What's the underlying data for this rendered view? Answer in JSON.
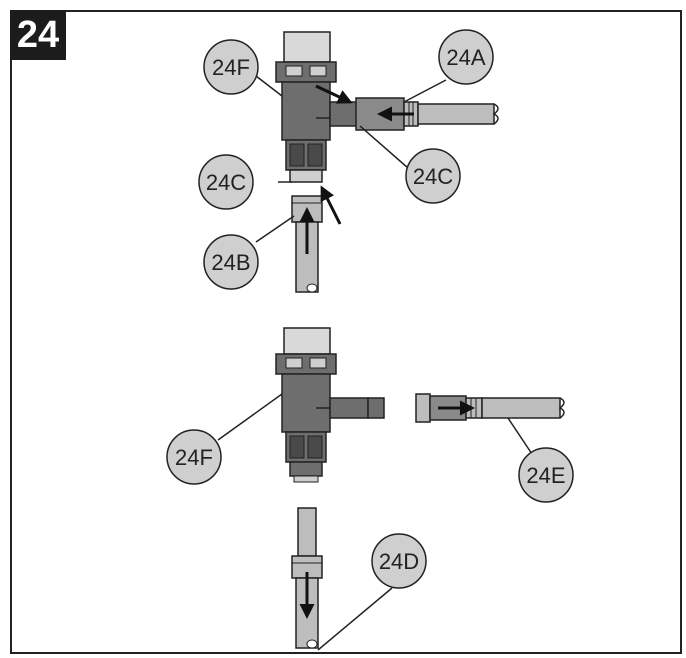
{
  "figure": {
    "number": "24"
  },
  "callouts": {
    "f_top": "24F",
    "a": "24A",
    "c_left": "24C",
    "c_right": "24C",
    "b": "24B",
    "f_bottom": "24F",
    "e": "24E",
    "d": "24D"
  },
  "colors": {
    "outline": "#222222",
    "callout_fill": "#cfcfcf",
    "body_dark": "#6e6e6e",
    "tube": "#bdbdbd",
    "nut_top": "#d9d9d9"
  }
}
